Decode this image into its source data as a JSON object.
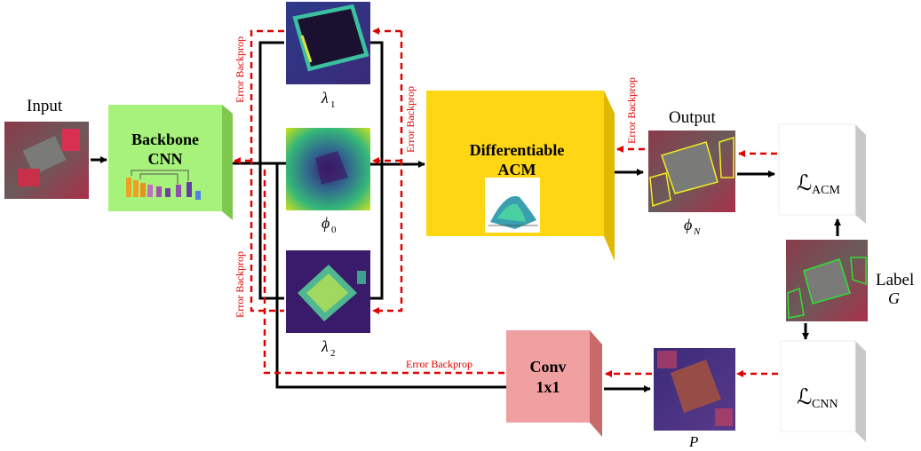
{
  "input_label": "Input",
  "output_label": "Output",
  "backbone": {
    "line1": "Backbone",
    "line2": "CNN"
  },
  "acm": {
    "line1": "Differentiable",
    "line2": "ACM"
  },
  "conv": {
    "line1": "Conv",
    "line2": "1x1"
  },
  "maps": {
    "lambda1": {
      "symbol": "λ",
      "sub": "1"
    },
    "phi0": {
      "symbol": "ϕ",
      "sub": "0"
    },
    "lambda2": {
      "symbol": "λ",
      "sub": "2"
    }
  },
  "phiN": {
    "symbol": "ϕ",
    "sub": "N"
  },
  "prob_map": {
    "symbol": "P"
  },
  "loss_acm": {
    "symbol": "ℒ",
    "sub": "ACM"
  },
  "loss_cnn": {
    "symbol": "ℒ",
    "sub": "CNN"
  },
  "label": {
    "line1": "Label",
    "line2": "G"
  },
  "backprop_text": "Error Backprop",
  "colors": {
    "backbone_front": "#a6f27a",
    "acm_front": "#ffd614",
    "conv_front": "#f0a0a0",
    "loss_front": "#ffffff",
    "backprop": "#e00000",
    "forward": "#000000"
  }
}
